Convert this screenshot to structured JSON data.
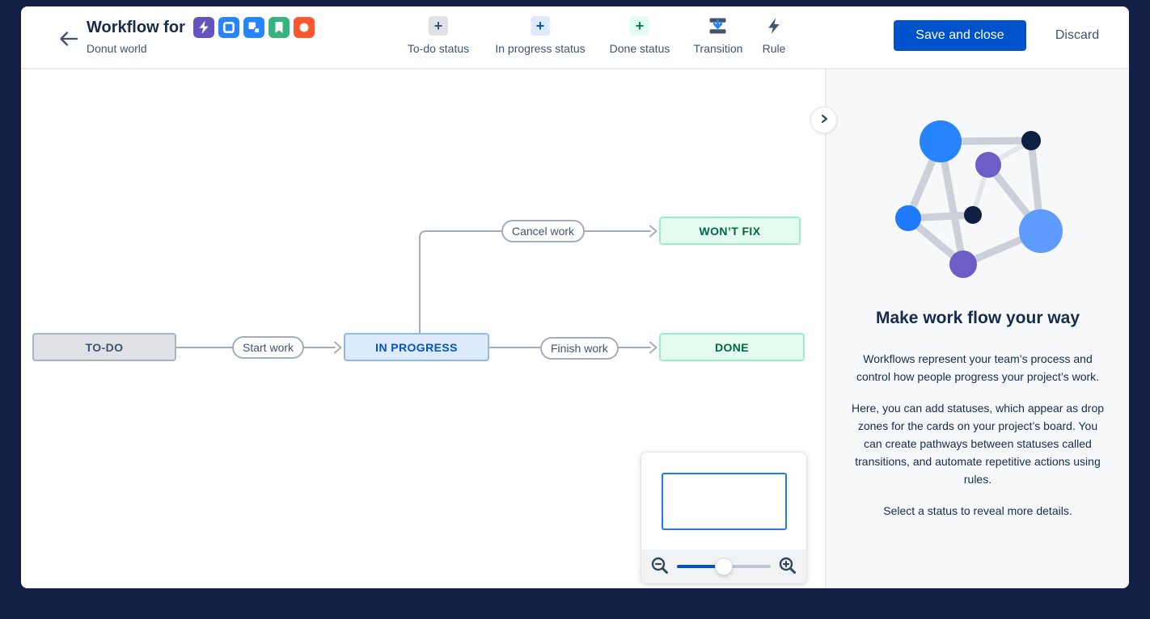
{
  "header": {
    "title": "Workflow for",
    "subtitle": "Donut world",
    "back_icon": "arrow-left-icon",
    "project_icons": [
      {
        "name": "bolt-icon",
        "color": "#6554C0"
      },
      {
        "name": "story-icon",
        "color": "#2684FF"
      },
      {
        "name": "subtask-icon",
        "color": "#2684FF"
      },
      {
        "name": "bookmark-icon",
        "color": "#36B37E"
      },
      {
        "name": "circle-icon",
        "color": "#FF5630"
      }
    ],
    "save_button": "Save and close",
    "discard_button": "Discard"
  },
  "toolbar": {
    "items": [
      {
        "label": "To-do status",
        "icon": "plus-icon",
        "icon_bg": "#DFE1E6",
        "icon_fg": "#42526E"
      },
      {
        "label": "In progress status",
        "icon": "plus-icon",
        "icon_bg": "#DEEBFF",
        "icon_fg": "#0052CC"
      },
      {
        "label": "Done status",
        "icon": "plus-icon",
        "icon_bg": "#E3FCEF",
        "icon_fg": "#00875A"
      },
      {
        "label": "Transition",
        "icon": "transition-icon",
        "icon_fg": "#44546F",
        "arrow_color": "#2684FF"
      },
      {
        "label": "Rule",
        "icon": "lightning-icon",
        "icon_fg": "#44546F"
      }
    ]
  },
  "diagram": {
    "statuses": [
      {
        "label": "TO-DO",
        "category": "todo",
        "bg": "#DFE1E6",
        "border": "#A9B2C0",
        "text": "#42526E"
      },
      {
        "label": "IN PROGRESS",
        "category": "in-progress",
        "bg": "#DEEBFF",
        "border": "#8FB8F6",
        "text": "#0052CC"
      },
      {
        "label": "DONE",
        "category": "done",
        "bg": "#E3FCEF",
        "border": "#9BEFC8",
        "text": "#006644"
      },
      {
        "label": "WON’T FIX",
        "category": "done",
        "bg": "#E3FCEF",
        "border": "#9BEFC8",
        "text": "#006644"
      }
    ],
    "transitions": [
      {
        "label": "Start work",
        "from": "TO-DO",
        "to": "IN PROGRESS"
      },
      {
        "label": "Finish work",
        "from": "IN PROGRESS",
        "to": "DONE"
      },
      {
        "label": "Cancel work",
        "from": "IN PROGRESS",
        "to": "WON’T FIX"
      }
    ],
    "edge_color": "#A5ADBA"
  },
  "minimap": {
    "zoom_out_icon": "magnifier-minus-icon",
    "zoom_in_icon": "magnifier-plus-icon",
    "slider_position_percent": 50,
    "viewport_border_color": "#1D7AFC",
    "slider_fill_color": "#0052CC"
  },
  "sidebar": {
    "collapse_icon": "chevron-right-icon",
    "illustration": "network-graph-illustration",
    "heading": "Make work flow your way",
    "paragraphs": [
      "Workflows represent your team’s process and control how people progress your project’s work.",
      "Here, you can add statuses, which appear as drop zones for the cards on your project’s board. You can create pathways between statuses called transitions, and automate repetitive actions using rules.",
      "Select a status to reveal more details."
    ]
  },
  "colors": {
    "frame_background": "#131f45",
    "primary_button": "#0052CC",
    "sidebar_background": "#F7F8F9",
    "header_divider": "#EBECF0",
    "title_text": "#172B4D",
    "body_text": "#42526E"
  }
}
